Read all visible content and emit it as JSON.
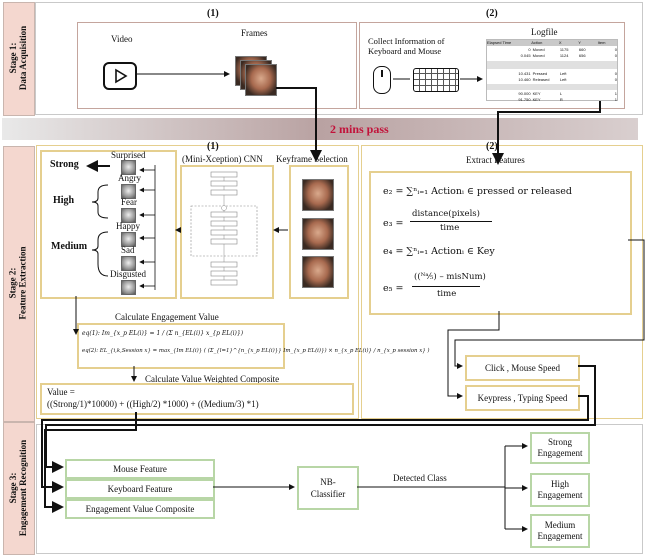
{
  "stages": {
    "s1": "Stage 1:\nData Acquisition",
    "s2": "Stage 2:\nFeature Extraction",
    "s3": "Stage 3:\nEngagement Recognition"
  },
  "acquisition": {
    "num1": "(1)",
    "num2": "(2)",
    "video_label": "Video",
    "frames_label": "Frames",
    "collect_label_1": "Collect Information of",
    "collect_label_2": "Keyboard and Mouse",
    "logfile_label": "Logfile",
    "logfile_headers": [
      "Elapsed Time",
      "Action",
      "X",
      "Y",
      "Item"
    ],
    "logfile_rows": [
      [
        "0",
        "Moved",
        "1175",
        "660",
        "0"
      ],
      [
        "0.045",
        "Moved",
        "1124",
        "656",
        "0"
      ],
      [
        "10.431",
        "Pressed",
        "Left",
        "",
        "0"
      ],
      [
        "10.460",
        "Released",
        "Left",
        "",
        "0"
      ],
      [
        "90.000",
        "KEY",
        "L",
        "",
        "1"
      ],
      [
        "91.750",
        "KEY",
        "R",
        "",
        "1"
      ]
    ]
  },
  "pass_label": "2 mins pass",
  "extraction": {
    "num1": "(1)",
    "num2": "(2)",
    "cnn_label": "(Mini-Xception) CNN",
    "keyframe_label": "Keyframe Selection",
    "levels": [
      "Strong",
      "High",
      "Medium"
    ],
    "emotions": [
      "Surprised",
      "Angry",
      "Fear",
      "Happy",
      "Sad",
      "Disgusted"
    ],
    "calc_engagement": "Calculate Engagement Value",
    "eq1": "eq(1): Im_{x_p EL(i)} = 1 / (Σ n_{EL(i)} x_{p EL(i)})",
    "eq2": "eq(2): EL_{i,k,Session x} = max_{Im EL(i)} ( (Σ_{l=1}^{n_{x_p EL(i)}} Im_{x_p EL(i)}) × n_{x_p EL(i)} / n_{x_p session x} )",
    "calc_weighted": "Calculate Value Weighted Composite",
    "value_line1": "Value =",
    "value_line2": "((Strong/1)*10000)  +  ((High/2) *1000) + ((Medium/3) *1)",
    "extract_features": "Extract Features",
    "e2": "e₂ = ∑ⁿᵢ₌₁ Actionᵢ  ∈ pressed or released",
    "e3_lhs": "e₃ =",
    "e3_num": "distance(pixels)",
    "e3_den": "time",
    "e4": "e₄ = ∑ⁿᵢ₌₁ Actionᵢ  ∈ Key",
    "e5_lhs": "e₅ =",
    "e5_num": "((ᴺᵃ⁄₅) – misNum)",
    "e5_den": "time",
    "click_speed": "Click ,  Mouse Speed",
    "keypress_speed": "Keypress , Typing Speed"
  },
  "recognition": {
    "mouse_feature": "Mouse Feature",
    "keyboard_feature": "Keyboard Feature",
    "engagement_composite": "Engagement Value Composite",
    "classifier": "NB-\nClassifier",
    "detected_class": "Detected Class",
    "strong": "Strong\nEngagement",
    "high": "High\nEngagement",
    "medium": "Medium\nEngagement"
  }
}
